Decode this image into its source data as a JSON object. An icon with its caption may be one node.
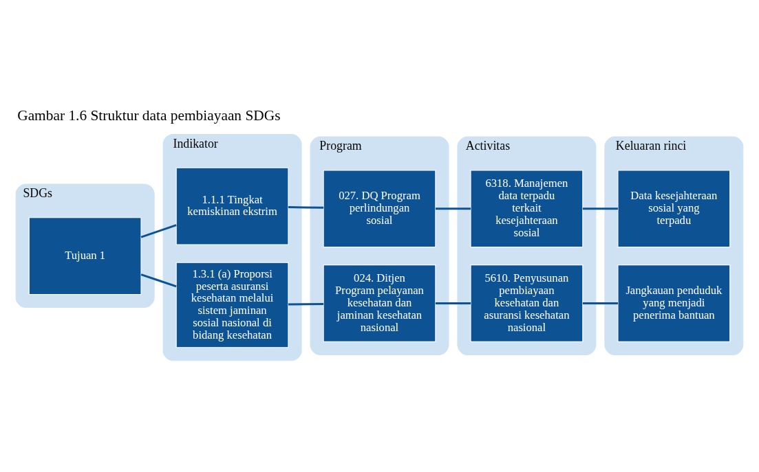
{
  "diagram": {
    "title": "Gambar 1.6 Struktur data pembiayaan SDGs",
    "nodes": [
      {
        "text": [
          "SDGs"
        ]
      },
      {
        "text": [
          "Tujuan 1"
        ],
        "in": 0
      },
      {
        "text": [
          "Indikator"
        ]
      },
      {
        "text": [
          "1.1.1 Tingkat kemiskinan ekstrim"
        ],
        "in": 2
      },
      {
        "text": [
          "1.3.1 (a) Proporsi peserta asuransi kesehatan melalui sistem jaminan sosial nasional di bidang kesehatan"
        ],
        "in": 2
      },
      {
        "text": [
          "Program"
        ]
      },
      {
        "text": [
          "027. DQ Program perlindungan sosial"
        ],
        "in": 5
      },
      {
        "text": [
          "024. Ditjen Program pelayanan kesehatan dan jaminan kesehatan nasional"
        ],
        "in": 5
      },
      {
        "text": [
          "Activitas"
        ]
      },
      {
        "text": [
          "6318. Manajemen data terpadu terkait kesejahteraan sosial"
        ],
        "in": 8
      },
      {
        "text": [
          "5610. Penyusunan pembiayaan kesehatan dan asuransi kesehatan nasional"
        ],
        "in": 8
      },
      {
        "text": [
          "Keluaran rinci"
        ]
      },
      {
        "text": [
          "Data kesejahteraan sosial yang terpadu"
        ],
        "in": 11
      },
      {
        "text": [
          "Jangkauan penduduk yang menjadi penerima bantuan"
        ],
        "in": 11
      }
    ],
    "edges": [
      {
        "from": 1,
        "to": 3,
        "arrow": "none"
      },
      {
        "from": 1,
        "to": 4,
        "arrow": "none"
      },
      {
        "from": 3,
        "to": 6,
        "arrow": "none"
      },
      {
        "from": 4,
        "to": 7,
        "arrow": "none"
      },
      {
        "from": 6,
        "to": 9,
        "arrow": "none"
      },
      {
        "from": 7,
        "to": 10,
        "arrow": "none"
      },
      {
        "from": 9,
        "to": 12,
        "arrow": "none"
      },
      {
        "from": 10,
        "to": 13,
        "arrow": "none"
      }
    ]
  }
}
